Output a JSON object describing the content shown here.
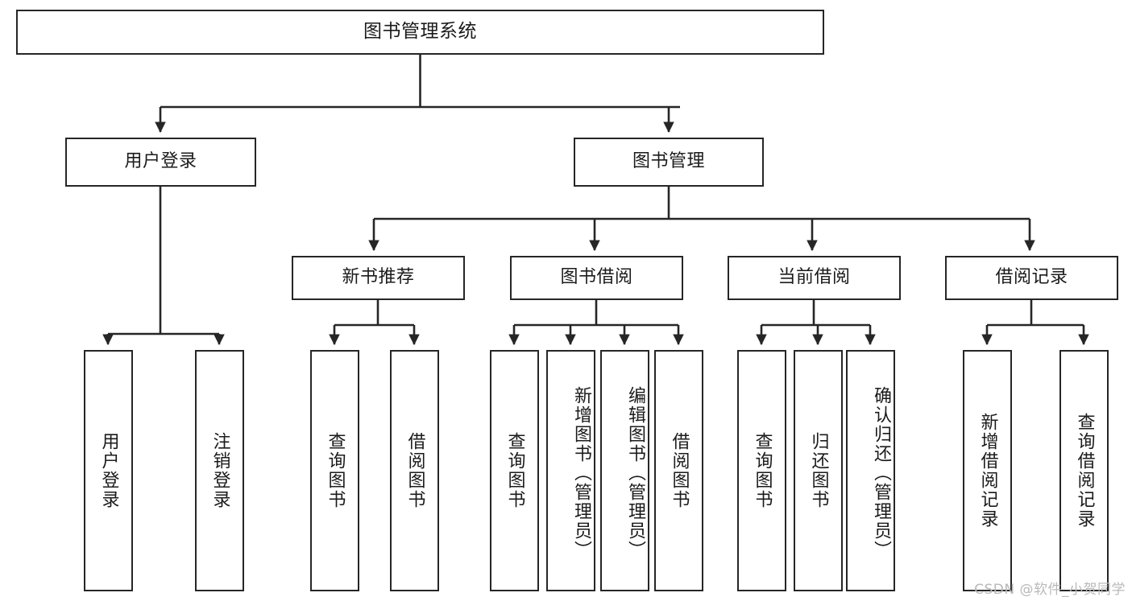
{
  "diagram": {
    "type": "tree",
    "title": "图书管理系统",
    "colors": {
      "stroke": "#262626",
      "fill": "#ffffff",
      "text": "#1b1b1b",
      "watermark": "#b9b9b9"
    },
    "root": {
      "id": "root",
      "label": "图书管理系统",
      "orientation": "horizontal"
    },
    "level2": [
      {
        "id": "user-login",
        "label": "用户登录",
        "orientation": "horizontal"
      },
      {
        "id": "book-manage",
        "label": "图书管理",
        "orientation": "horizontal"
      }
    ],
    "level3": [
      {
        "id": "new-book-rec",
        "label": "新书推荐",
        "orientation": "horizontal",
        "parent": "book-manage"
      },
      {
        "id": "book-borrow",
        "label": "图书借阅",
        "orientation": "horizontal",
        "parent": "book-manage"
      },
      {
        "id": "current-borrow",
        "label": "当前借阅",
        "orientation": "horizontal",
        "parent": "book-manage"
      },
      {
        "id": "borrow-record",
        "label": "借阅记录",
        "orientation": "horizontal",
        "parent": "book-manage"
      }
    ],
    "leaves": [
      {
        "id": "leaf-user-login",
        "label": "用户登录",
        "parent": "user-login",
        "orientation": "vertical"
      },
      {
        "id": "leaf-logout",
        "label": "注销登录",
        "parent": "user-login",
        "orientation": "vertical"
      },
      {
        "id": "leaf-query-book-1",
        "label": "查询图书",
        "parent": "new-book-rec",
        "orientation": "vertical"
      },
      {
        "id": "leaf-borrow-book-1",
        "label": "借阅图书",
        "parent": "new-book-rec",
        "orientation": "vertical"
      },
      {
        "id": "leaf-query-book-2",
        "label": "查询图书",
        "parent": "book-borrow",
        "orientation": "vertical"
      },
      {
        "id": "leaf-add-book",
        "label": "新增图书（管理员）",
        "parent": "book-borrow",
        "orientation": "vertical"
      },
      {
        "id": "leaf-edit-book",
        "label": "编辑图书（管理员）",
        "parent": "book-borrow",
        "orientation": "vertical"
      },
      {
        "id": "leaf-borrow-book-2",
        "label": "借阅图书",
        "parent": "book-borrow",
        "orientation": "vertical"
      },
      {
        "id": "leaf-query-book-3",
        "label": "查询图书",
        "parent": "current-borrow",
        "orientation": "vertical"
      },
      {
        "id": "leaf-return-book",
        "label": "归还图书",
        "parent": "current-borrow",
        "orientation": "vertical"
      },
      {
        "id": "leaf-confirm-return",
        "label": "确认归还（管理员）",
        "parent": "current-borrow",
        "orientation": "vertical"
      },
      {
        "id": "leaf-add-record",
        "label": "新增借阅记录",
        "parent": "borrow-record",
        "orientation": "vertical"
      },
      {
        "id": "leaf-query-record",
        "label": "查询借阅记录",
        "parent": "borrow-record",
        "orientation": "vertical"
      }
    ],
    "watermark": "CSDN @软件_小贺同学"
  }
}
